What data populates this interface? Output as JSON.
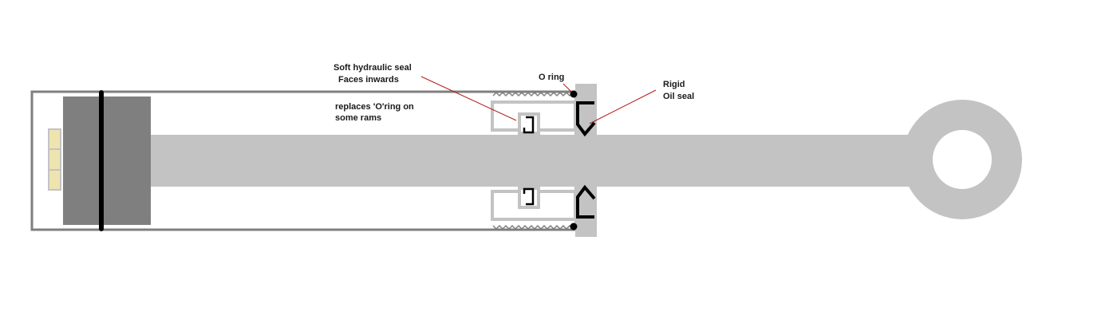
{
  "labels": {
    "soft_seal_line1": "Soft hydraulic seal",
    "soft_seal_line2": "Faces inwards",
    "replaces_line1": "replaces 'O'ring on",
    "replaces_line2": "some rams",
    "o_ring": "O ring",
    "rigid_line1": "Rigid",
    "rigid_line2": "Oil seal"
  },
  "colors": {
    "rod": "#c3c3c3",
    "piston": "#7f7f7f",
    "barrel_outline": "#7f7f7f",
    "gland": "#c3c3c3",
    "seal": "#000000",
    "leader_line": "#b01818",
    "valve_block": "#efe4b0"
  }
}
